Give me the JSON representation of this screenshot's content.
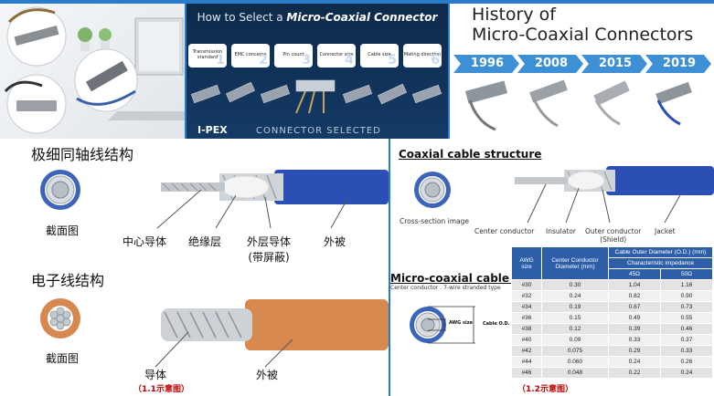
{
  "banner": {
    "select_title_plain": "How to Select a ",
    "select_title_bold": "Micro-Coaxial Connector",
    "steps": [
      {
        "label": "Transmission standard",
        "num": "1"
      },
      {
        "label": "EMC concerns",
        "num": "2"
      },
      {
        "label": "Pin count",
        "num": "3"
      },
      {
        "label": "Connector size",
        "num": "4"
      },
      {
        "label": "Cable size",
        "num": "5"
      },
      {
        "label": "Mating direction",
        "num": "6"
      }
    ],
    "select_footer": "CONNECTOR SELECTED",
    "select_logo": "I-PEX",
    "history_title_line1": "History of",
    "history_title_line2": "Micro-Coaxial Connectors",
    "years": [
      "1996",
      "2008",
      "2015",
      "2019"
    ],
    "colors": {
      "banner_blue": "#2a7bc9",
      "arrow_blue": "#3d8fd6",
      "dark_navy": "#0e2a4a"
    }
  },
  "coax_cn": {
    "title": "极细同轴线结构",
    "cross_section": "截面图",
    "center": "中心导体",
    "insulator": "绝缘层",
    "outer": "外层导体",
    "outer_sub": "(带屏蔽)",
    "jacket": "外被"
  },
  "electronic_cn": {
    "title": "电子线结构",
    "cross_section": "截面图",
    "conductor": "导体",
    "jacket": "外被",
    "caption": "（1.1示意图）"
  },
  "coax_en": {
    "title": "Coaxial cable structure",
    "cross_section": "Cross-section image",
    "center": "Center conductor",
    "insulator": "Insulator",
    "outer": "Outer conductor",
    "outer_sub": "(Shield)",
    "jacket": "Jacket"
  },
  "micro_en": {
    "title": "Micro-coaxial cable size",
    "subtitle": "Center conductor : 7-wire stranded type",
    "awg_size": "AWG size",
    "cable_od": "Cable O.D.",
    "caption": "（1.2示意图）"
  },
  "table": {
    "h_awg": "AWG size",
    "h_center": "Center Conductor Diameter (mm)",
    "h_od": "Cable Outer Diameter (O.D.) (mm)",
    "h_imp": "Characteristic impedance",
    "h_45": "45Ω",
    "h_50": "50Ω",
    "rows": [
      [
        "#30",
        "0.30",
        "1.04",
        "1.16"
      ],
      [
        "#32",
        "0.24",
        "0.82",
        "0.90"
      ],
      [
        "#34",
        "0.19",
        "0.67",
        "0.73"
      ],
      [
        "#36",
        "0.15",
        "0.49",
        "0.55"
      ],
      [
        "#38",
        "0.12",
        "0.39",
        "0.46"
      ],
      [
        "#40",
        "0.09",
        "0.33",
        "0.37"
      ],
      [
        "#42",
        "0.075",
        "0.29",
        "0.33"
      ],
      [
        "#44",
        "0.060",
        "0.24",
        "0.26"
      ],
      [
        "#46",
        "0.048",
        "0.22",
        "0.24"
      ]
    ]
  },
  "colors": {
    "cable_blue": "#2c4fb6",
    "cable_orange": "#d7884e",
    "label_red": "#c00000",
    "table_header": "#2d5ea8"
  }
}
